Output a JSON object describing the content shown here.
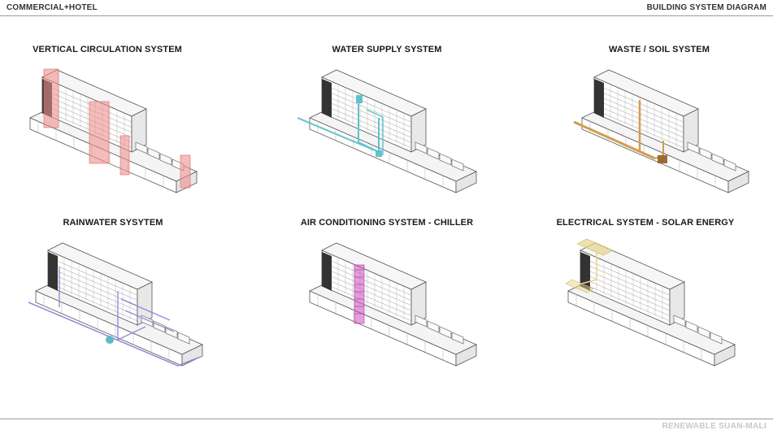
{
  "header": {
    "left": "COMMERCIAL+HOTEL",
    "right": "BUILDING SYSTEM DIAGRAM"
  },
  "footer": {
    "text": "RENEWABLE SUAN-MALI"
  },
  "panels": [
    {
      "title": "VERTICAL CIRCULATION SYSTEM",
      "system": "vertical-circulation",
      "accent": "#ef8f8f"
    },
    {
      "title": "WATER SUPPLY SYSTEM",
      "system": "water-supply",
      "accent": "#5fc2cc"
    },
    {
      "title": "WASTE / SOIL SYSTEM",
      "system": "waste-soil",
      "accent": "#d29c4e"
    },
    {
      "title": "RAINWATER SYSYTEM",
      "system": "rainwater",
      "accent": "#9a8ad8"
    },
    {
      "title": "AIR CONDITIONING SYSTEM - CHILLER",
      "system": "air-conditioning",
      "accent": "#d04fc0"
    },
    {
      "title": "ELECTRICAL SYSTEM - SOLAR ENERGY",
      "system": "electrical-solar",
      "accent": "#e6d68a"
    }
  ]
}
